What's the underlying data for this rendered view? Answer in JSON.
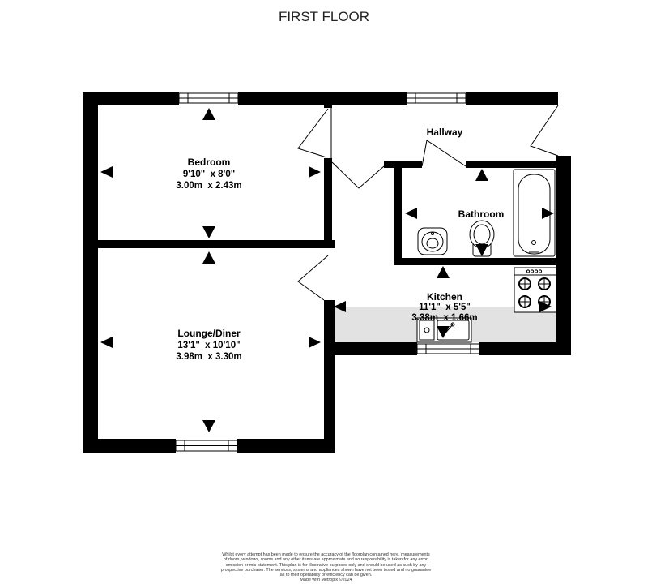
{
  "title": "FIRST FLOOR",
  "rooms": {
    "bedroom": {
      "name": "Bedroom",
      "imperial": "9'10\"  x 8'0\"",
      "metric": "3.00m  x 2.43m"
    },
    "hallway": {
      "name": "Hallway"
    },
    "bathroom": {
      "name": "Bathroom"
    },
    "kitchen": {
      "name": "Kitchen",
      "imperial": "11'1\"  x 5'5\"",
      "metric": "3.38m  x 1.66m"
    },
    "lounge": {
      "name": "Lounge/Diner",
      "imperial": "13'1\"  x 10'10\"",
      "metric": "3.98m  x 3.30m"
    }
  },
  "disclaimer": {
    "lines": [
      "Whilst every attempt has been made to ensure the accuracy of the floorplan contained here, measurements",
      "of doors, windows, rooms and any other items are approximate and no responsibility is taken for any error,",
      "omission or mis-statement. This plan is for illustrative purposes only and should be used as such by any",
      "prospective purchaser. The services, systems and appliances shown have not been tested and no guarantee",
      "as to their operability or efficiency can be given.",
      "Made with Metropix ©2024"
    ]
  },
  "colors": {
    "wall": "#000000",
    "counter": "#e2e2e2",
    "background": "#ffffff"
  }
}
